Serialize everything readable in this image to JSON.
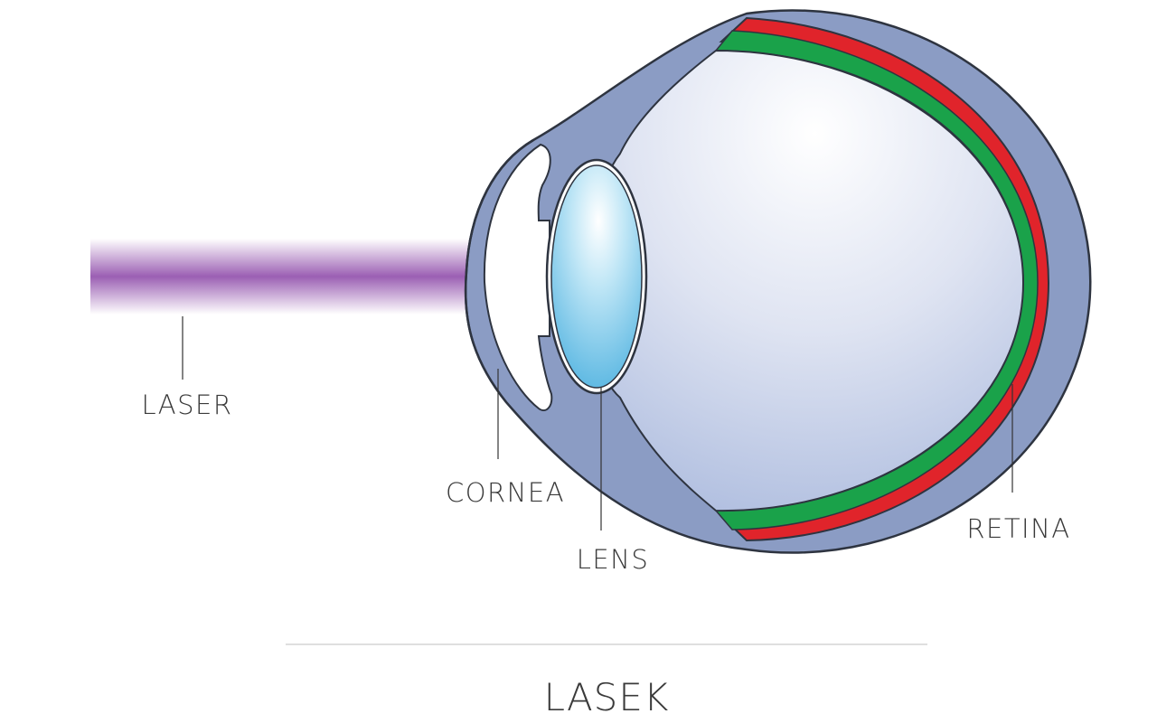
{
  "title": "LASEK",
  "labels": {
    "laser": "LASER",
    "cornea": "CORNEA",
    "lens": "LENS",
    "retina": "RETINA"
  },
  "colors": {
    "laser_beam": "#9b5fb3",
    "sclera": "#8b9cc4",
    "outline": "#2e3440",
    "vitreous_light": "#f1f3fa",
    "vitreous_dark": "#a9b9dd",
    "lens_light": "#ffffff",
    "lens_dark": "#4fb3e0",
    "retina_red": "#e0242b",
    "retina_green": "#1aa24a",
    "divider": "#cccccc"
  }
}
